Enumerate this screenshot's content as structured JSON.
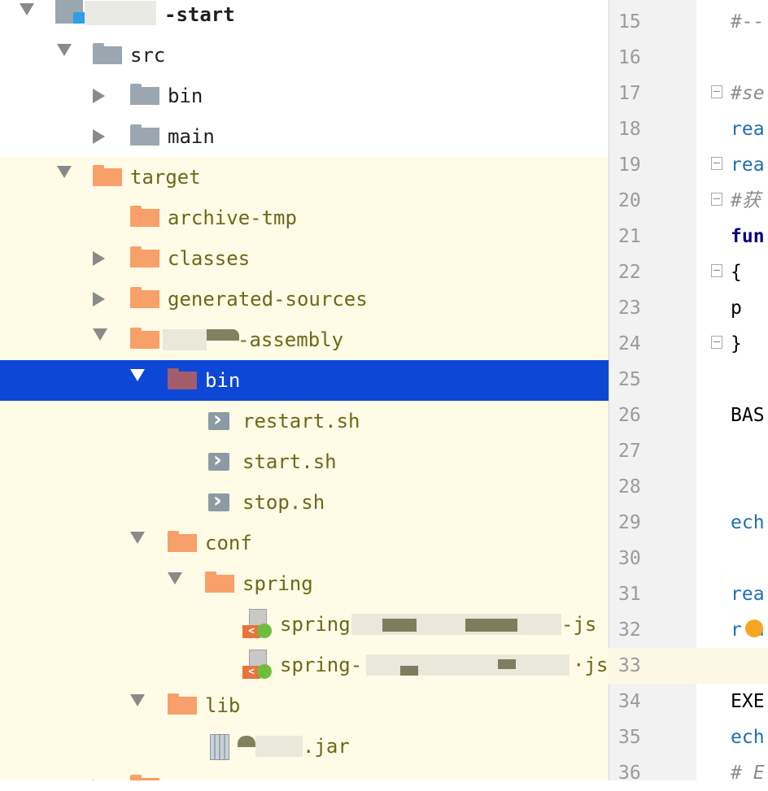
{
  "tree": {
    "project_root": "-start",
    "src": "src",
    "src_bin": "bin",
    "src_main": "main",
    "target": "target",
    "archive_tmp": "archive-tmp",
    "classes": "classes",
    "generated_sources": "generated-sources",
    "assembly": "-assembly",
    "bin": "bin",
    "restart": "restart.sh",
    "start": "start.sh",
    "stop": "stop.sh",
    "conf": "conf",
    "spring": "spring",
    "xml1_prefix": "spring",
    "xml1_suffix": "-js",
    "xml2_prefix": "spring-",
    "xml2_suffix": "·js",
    "lib": "lib",
    "jar": ".jar"
  },
  "editor": {
    "lines": [
      {
        "n": "15",
        "text": "#--"
      },
      {
        "n": "16",
        "text": ""
      },
      {
        "n": "17",
        "text": "#se"
      },
      {
        "n": "18",
        "text": "rea"
      },
      {
        "n": "19",
        "text": "rea"
      },
      {
        "n": "20",
        "text": "#获"
      },
      {
        "n": "21",
        "text": "fun"
      },
      {
        "n": "22",
        "text": "{"
      },
      {
        "n": "23",
        "text": "  p"
      },
      {
        "n": "24",
        "text": "}"
      },
      {
        "n": "25",
        "text": ""
      },
      {
        "n": "26",
        "text": "BAS"
      },
      {
        "n": "27",
        "text": ""
      },
      {
        "n": "28",
        "text": ""
      },
      {
        "n": "29",
        "text": "ech"
      },
      {
        "n": "30",
        "text": ""
      },
      {
        "n": "31",
        "text": "rea"
      },
      {
        "n": "32",
        "text": "r a"
      },
      {
        "n": "33",
        "text": ""
      },
      {
        "n": "34",
        "text": "EXE"
      },
      {
        "n": "35",
        "text": "ech"
      },
      {
        "n": "36",
        "text": "# E"
      }
    ]
  },
  "colors": {
    "selection": "#0d47d6",
    "target_bg": "#fffbe6",
    "folder_orange": "#f7a06a",
    "folder_gray": "#9aa7b0"
  }
}
